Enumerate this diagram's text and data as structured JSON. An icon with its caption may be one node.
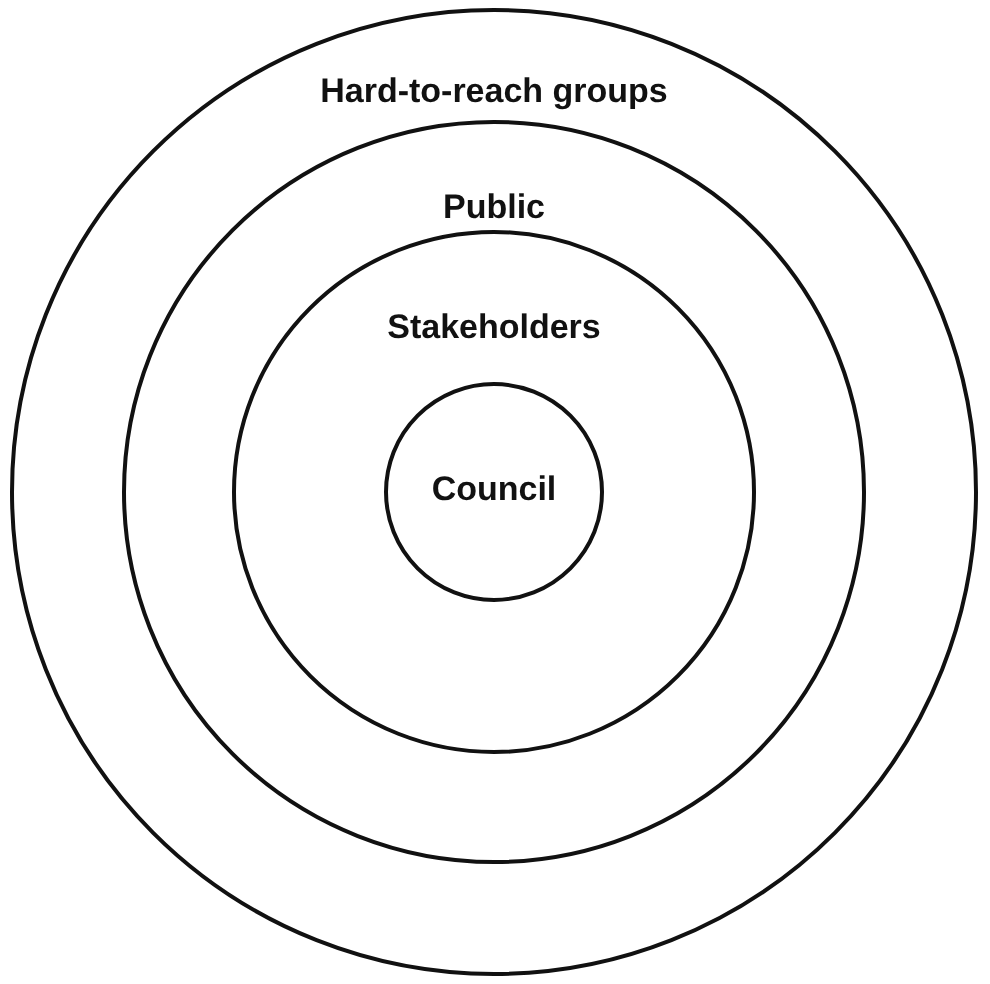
{
  "diagram": {
    "nodes": [
      {
        "text": [
          "Hard-to-reach groups"
        ]
      },
      {
        "text": [
          "Public"
        ],
        "in": 0
      },
      {
        "text": [
          "Stakeholders"
        ],
        "in": 1
      },
      {
        "text": [
          "Council"
        ],
        "in": 2
      }
    ]
  }
}
